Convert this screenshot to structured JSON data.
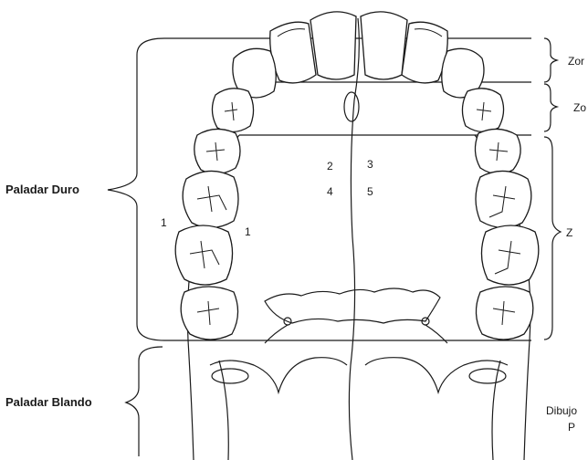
{
  "labels": {
    "hard_palate": "Paladar Duro",
    "soft_palate": "Paladar Blando"
  },
  "zones": [
    "Zor",
    "Zo",
    "Z"
  ],
  "region_numbers": [
    "1",
    "1",
    "2",
    "3",
    "4",
    "5"
  ],
  "caption_fragments": [
    "Dibujo",
    "P"
  ]
}
